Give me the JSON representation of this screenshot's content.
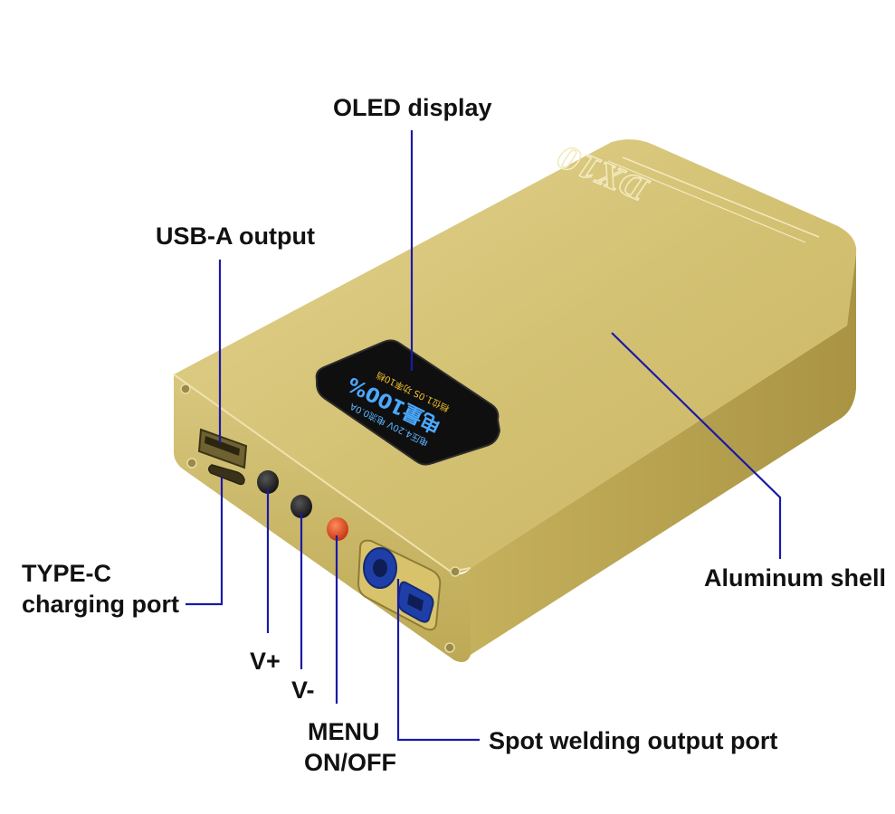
{
  "labels": {
    "oled_display": "OLED display",
    "usb_a_output": "USB-A output",
    "type_c_line1": "TYPE-C",
    "type_c_line2": "charging port",
    "v_plus": "V+",
    "v_minus": "V-",
    "menu_line1": "MENU",
    "menu_line2": "ON/OFF",
    "spot_welding": "Spot welding output port",
    "aluminum_shell": "Aluminum shell"
  },
  "device": {
    "brand": "DX10",
    "oled": {
      "line_top": "电压4.20V 电流0.0A",
      "line_big": "电量100%",
      "line_bottom": "档位1.0S 功率10档"
    }
  },
  "colors": {
    "leader_line": "#1a1aa8",
    "shell": "#cfb968",
    "shell_top": "#d9c77e",
    "shell_front": "#c7b35f"
  }
}
